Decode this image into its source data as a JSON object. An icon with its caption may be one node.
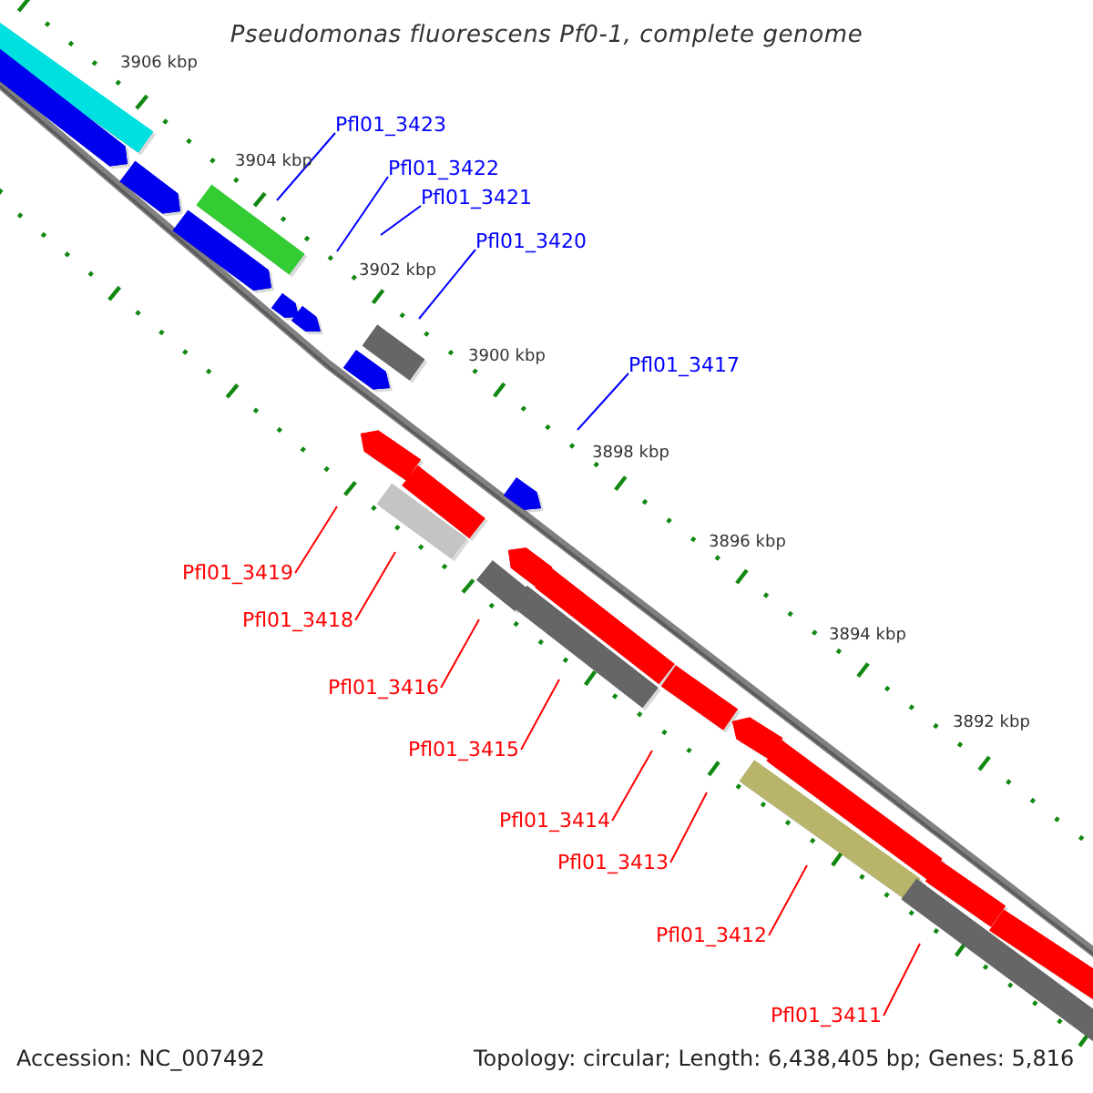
{
  "diagram": {
    "title": "Pseudomonas fluorescens Pf0-1, complete genome",
    "nodes": [
      {
        "text": [
          "Pfl01_3423"
        ]
      },
      {
        "text": [
          "Pfl01_3422"
        ]
      },
      {
        "text": [
          "Pfl01_3421"
        ]
      },
      {
        "text": [
          "Pfl01_3420"
        ]
      },
      {
        "text": [
          "Pfl01_3417"
        ]
      },
      {
        "text": [
          "Pfl01_3419"
        ]
      },
      {
        "text": [
          "Pfl01_3418"
        ]
      },
      {
        "text": [
          "Pfl01_3416"
        ]
      },
      {
        "text": [
          "Pfl01_3415"
        ]
      },
      {
        "text": [
          "Pfl01_3414"
        ]
      },
      {
        "text": [
          "Pfl01_3413"
        ]
      },
      {
        "text": [
          "Pfl01_3412"
        ]
      },
      {
        "text": [
          "Pfl01_3411"
        ]
      }
    ],
    "edges": [
      {
        "from": 0,
        "to": null,
        "arrow": "none",
        "color": "#0000ff"
      },
      {
        "from": 1,
        "to": null,
        "arrow": "none",
        "color": "#0000ff"
      },
      {
        "from": 2,
        "to": null,
        "arrow": "none",
        "color": "#0000ff"
      },
      {
        "from": 3,
        "to": null,
        "arrow": "none",
        "color": "#0000ff"
      },
      {
        "from": 4,
        "to": null,
        "arrow": "none",
        "color": "#0000ff"
      },
      {
        "from": 5,
        "to": null,
        "arrow": "none"
      },
      {
        "from": 6,
        "to": null,
        "arrow": "none"
      },
      {
        "from": 7,
        "to": null,
        "arrow": "none"
      },
      {
        "from": 8,
        "to": null,
        "arrow": "none"
      },
      {
        "from": 9,
        "to": null,
        "arrow": "none"
      },
      {
        "from": 10,
        "to": null,
        "arrow": "none"
      },
      {
        "from": 11,
        "to": null,
        "arrow": "none"
      },
      {
        "from": 12,
        "to": null,
        "arrow": "none"
      }
    ],
    "labels": [
      "3906 kbp",
      "3904 kbp",
      "3902 kbp",
      "3900 kbp",
      "3898 kbp",
      "3896 kbp",
      "3894 kbp",
      "3892 kbp",
      "Accession: NC_007492",
      "Topology: circular; Length: 6,438,405 bp; Genes: 5,816"
    ]
  }
}
